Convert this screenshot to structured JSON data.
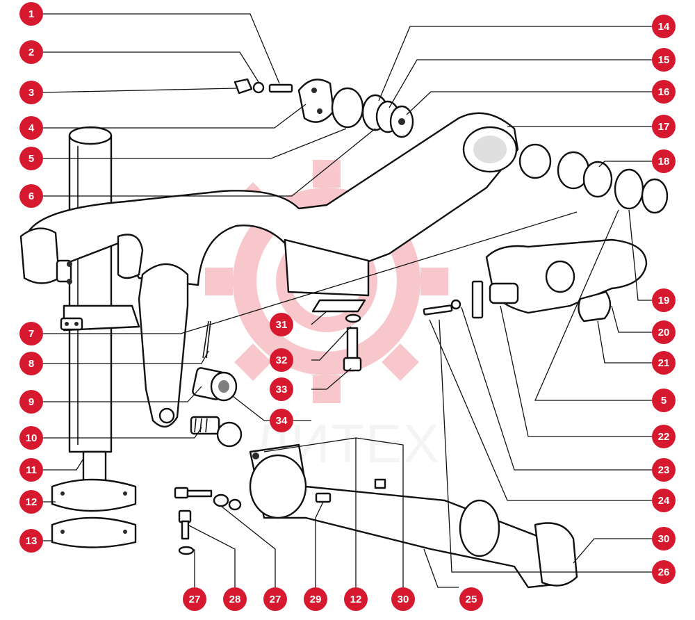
{
  "diagram": {
    "watermark_text": "ЛИТЕХ",
    "accent_color": "#d71930",
    "badge_text_color": "#ffffff",
    "callouts": [
      {
        "id": "c1",
        "label": "1"
      },
      {
        "id": "c2",
        "label": "2"
      },
      {
        "id": "c3",
        "label": "3"
      },
      {
        "id": "c4",
        "label": "4"
      },
      {
        "id": "c5a",
        "label": "5"
      },
      {
        "id": "c6",
        "label": "6"
      },
      {
        "id": "c7",
        "label": "7"
      },
      {
        "id": "c8",
        "label": "8"
      },
      {
        "id": "c9",
        "label": "9"
      },
      {
        "id": "c10",
        "label": "10"
      },
      {
        "id": "c11",
        "label": "11"
      },
      {
        "id": "c12a",
        "label": "12"
      },
      {
        "id": "c13",
        "label": "13"
      },
      {
        "id": "c14",
        "label": "14"
      },
      {
        "id": "c15",
        "label": "15"
      },
      {
        "id": "c16",
        "label": "16"
      },
      {
        "id": "c17",
        "label": "17"
      },
      {
        "id": "c18",
        "label": "18"
      },
      {
        "id": "c19",
        "label": "19"
      },
      {
        "id": "c20",
        "label": "20"
      },
      {
        "id": "c21",
        "label": "21"
      },
      {
        "id": "c5b",
        "label": "5"
      },
      {
        "id": "c22",
        "label": "22"
      },
      {
        "id": "c23",
        "label": "23"
      },
      {
        "id": "c24",
        "label": "24"
      },
      {
        "id": "c30a",
        "label": "30"
      },
      {
        "id": "c26",
        "label": "26"
      },
      {
        "id": "c31",
        "label": "31"
      },
      {
        "id": "c32",
        "label": "32"
      },
      {
        "id": "c33",
        "label": "33"
      },
      {
        "id": "c34",
        "label": "34"
      },
      {
        "id": "c27a",
        "label": "27"
      },
      {
        "id": "c28",
        "label": "28"
      },
      {
        "id": "c27b",
        "label": "27"
      },
      {
        "id": "c29",
        "label": "29"
      },
      {
        "id": "c12b",
        "label": "12"
      },
      {
        "id": "c30b",
        "label": "30"
      },
      {
        "id": "c25",
        "label": "25"
      }
    ]
  }
}
